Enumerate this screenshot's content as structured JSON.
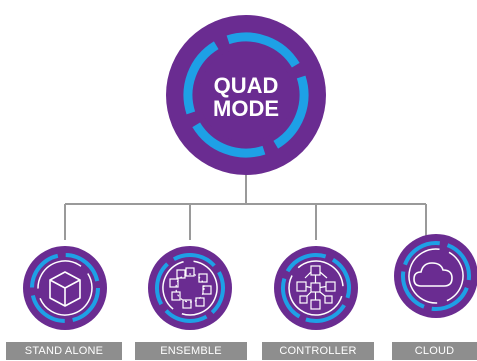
{
  "hub": {
    "title_line1": "QUAD",
    "title_line2": "MODE"
  },
  "modes": [
    {
      "label": "STAND ALONE",
      "icon": "cube-icon"
    },
    {
      "label": "ENSEMBLE",
      "icon": "cube-ring-icon"
    },
    {
      "label": "CONTROLLER",
      "icon": "cube-network-icon"
    },
    {
      "label": "CLOUD",
      "icon": "cloud-icon"
    }
  ],
  "colors": {
    "purple": "#6a2c91",
    "cyan": "#1ea0e6",
    "connector": "#9a9a9a",
    "label_bg": "#8e8e8e",
    "label_text": "#ffffff"
  }
}
